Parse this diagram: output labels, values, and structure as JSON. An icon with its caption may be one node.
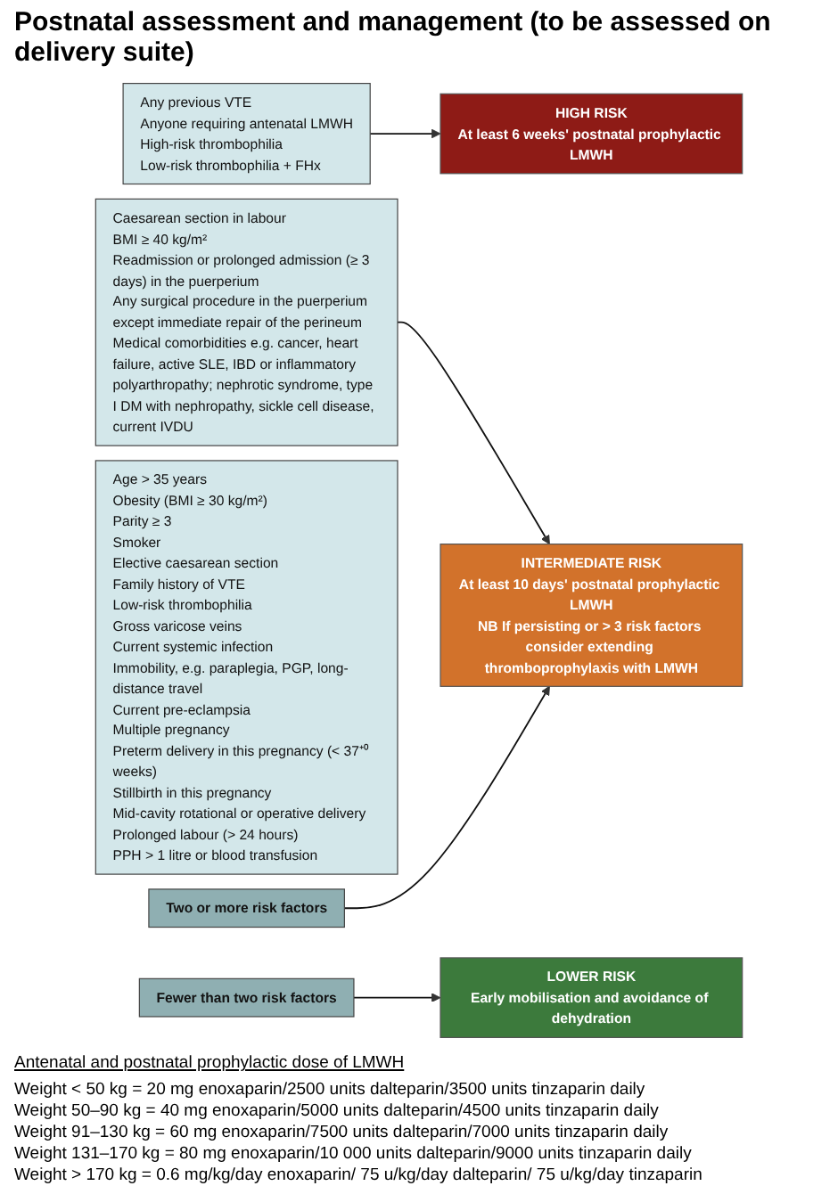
{
  "diagram": {
    "title": "Postnatal assessment and management (to be assessed on delivery suite)",
    "nodes": [
      {
        "text": [
          "Any previous VTE",
          "Anyone requiring antenatal LMWH",
          "High-risk thrombophilia",
          "Low-risk thrombophilia + FHx"
        ]
      },
      {
        "text": [
          "HIGH RISK",
          "At least 6 weeks' postnatal prophylactic LMWH"
        ]
      },
      {
        "text": [
          "Caesarean section in labour",
          "BMI ≥ 40 kg/m²",
          "Readmission or prolonged admission (≥ 3 days) in the puerperium",
          "Any surgical procedure in the puerperium except immediate repair of the perineum",
          "Medical comorbidities e.g. cancer, heart failure, active SLE, IBD or inflammatory polyarthropathy; nephrotic syndrome, type I DM with nephropathy, sickle cell disease, current IVDU"
        ]
      },
      {
        "text": [
          "INTERMEDIATE RISK",
          "At least 10 days' postnatal prophylactic LMWH",
          "NB If persisting or > 3 risk factors consider extending thromboprophylaxis with LMWH"
        ]
      },
      {
        "text": [
          "Age > 35 years",
          "Obesity (BMI ≥ 30 kg/m²)",
          "Parity ≥ 3",
          "Smoker",
          "Elective caesarean section",
          "Family history of VTE",
          "Low-risk thrombophilia",
          "Gross varicose veins",
          "Current systemic infection",
          "Immobility, e.g. paraplegia, PGP, long-distance travel",
          "Current pre-eclampsia",
          "Multiple pregnancy",
          "Preterm delivery in this pregnancy (< 37⁺⁰ weeks)",
          "Stillbirth in this pregnancy",
          "Mid-cavity rotational or operative delivery",
          "Prolonged labour (> 24 hours)",
          "PPH > 1 litre or blood transfusion"
        ]
      },
      {
        "text": [
          "Two or more risk factors"
        ]
      },
      {
        "text": [
          "Fewer than two risk factors"
        ]
      },
      {
        "text": [
          "LOWER RISK",
          "Early mobilisation and avoidance of dehydration"
        ]
      }
    ],
    "edges": [
      {
        "from": 0,
        "to": 1,
        "arrow": "to"
      },
      {
        "from": 2,
        "to": 3,
        "arrow": "to"
      },
      {
        "from": 5,
        "to": 3,
        "arrow": "to"
      },
      {
        "from": 6,
        "to": 7,
        "arrow": "to"
      }
    ],
    "labels": [
      "Antenatal and postnatal prophylactic dose of LMWH",
      "Weight < 50 kg = 20 mg enoxaparin/2500 units dalteparin/3500 units tinzaparin daily",
      "Weight 50–90 kg = 40 mg enoxaparin/5000 units dalteparin/4500 units tinzaparin daily",
      "Weight 91–130 kg = 60 mg enoxaparin/7500 units dalteparin/7000 units tinzaparin daily",
      "Weight 131–170 kg = 80 mg enoxaparin/10 000 units dalteparin/9000 units tinzaparin daily",
      "Weight > 170 kg = 0.6 mg/kg/day enoxaparin/ 75 u/kg/day dalteparin/ 75 u/kg/day tinzaparin"
    ]
  }
}
